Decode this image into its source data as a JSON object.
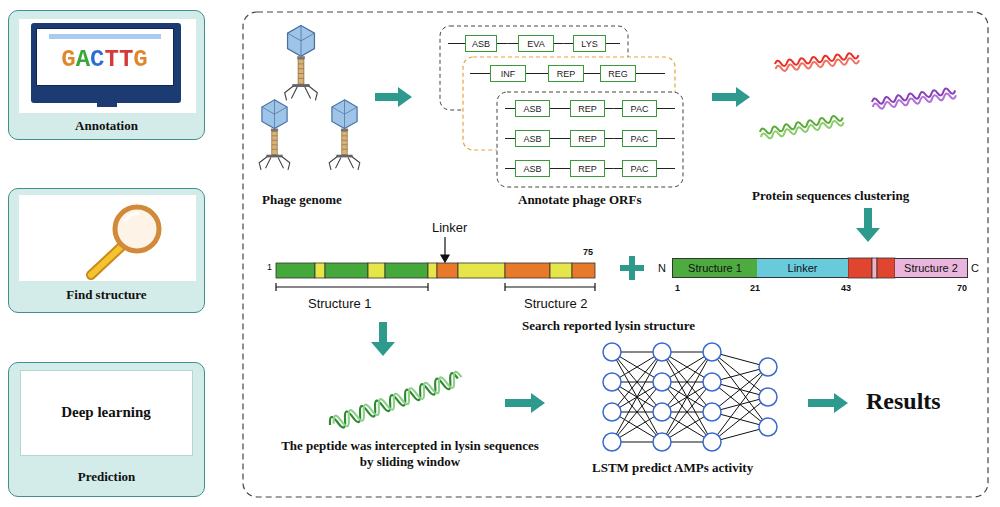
{
  "diagram": {
    "nodes": [
      {
        "text": [
          "Annotation"
        ]
      },
      {
        "text": [
          "GACTTG"
        ],
        "in": 0
      },
      {
        "text": [
          "Find structure"
        ]
      },
      {
        "text": [
          "Prediction"
        ]
      },
      {
        "text": [
          "Deep learning"
        ],
        "in": 3
      },
      {
        "text": [
          "ASB"
        ]
      },
      {
        "text": [
          "EVA"
        ]
      },
      {
        "text": [
          "LYS"
        ]
      },
      {
        "text": [
          "INF"
        ]
      },
      {
        "text": [
          "REP"
        ]
      },
      {
        "text": [
          "REG"
        ]
      },
      {
        "text": [
          "ASB"
        ]
      },
      {
        "text": [
          "REP"
        ]
      },
      {
        "text": [
          "PAC"
        ]
      },
      {
        "text": [
          "ASB"
        ]
      },
      {
        "text": [
          "REP"
        ]
      },
      {
        "text": [
          "PAC"
        ]
      },
      {
        "text": [
          "ASB"
        ]
      },
      {
        "text": [
          "REP"
        ]
      },
      {
        "text": [
          "PAC"
        ]
      },
      {
        "text": [
          "Structure 1"
        ]
      },
      {
        "text": [
          "Linker"
        ]
      },
      {
        "text": [
          "Structure 2"
        ]
      }
    ],
    "edges": [
      {
        "from": 5,
        "to": 6,
        "arrow": "none"
      },
      {
        "from": 6,
        "to": 7,
        "arrow": "none"
      },
      {
        "from": 8,
        "to": 9,
        "arrow": "none"
      },
      {
        "from": 9,
        "to": 10,
        "arrow": "none"
      },
      {
        "from": 11,
        "to": 12,
        "arrow": "none"
      },
      {
        "from": 12,
        "to": 13,
        "arrow": "none"
      },
      {
        "from": 14,
        "to": 15,
        "arrow": "none"
      },
      {
        "from": 15,
        "to": 16,
        "arrow": "none"
      },
      {
        "from": 17,
        "to": 18,
        "arrow": "none"
      },
      {
        "from": 18,
        "to": 19,
        "arrow": "none"
      }
    ],
    "labels": [
      "Phage genome",
      "Annotate phage ORFs",
      "Protein sequences clustering",
      "Linker",
      "1",
      "75",
      "Structure 1",
      "Structure 2",
      "N",
      "C",
      "1",
      "21",
      "43",
      "70",
      "Search reported lysin structure",
      "The peptide was intercepted in lysin sequences by sliding window",
      "LSTM predict AMPs activity",
      "Results"
    ]
  }
}
